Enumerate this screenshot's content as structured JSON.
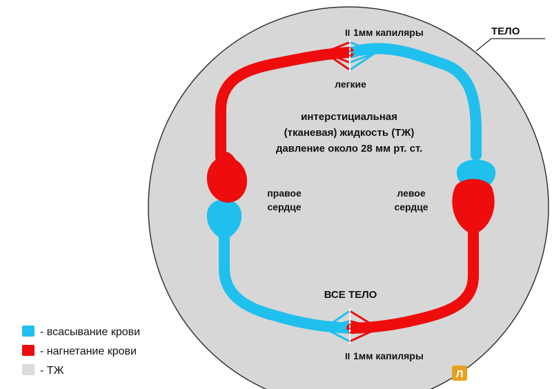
{
  "colors": {
    "absorption": "#1fc0ee",
    "injection": "#ee0c0c",
    "fluid": "#dcdcdc",
    "body_fill": "#d7d7d7",
    "outline": "#333333",
    "brand": "#e8a020"
  },
  "labels": {
    "body": "ТЕЛО",
    "capillaries_top": "1мм капиляры",
    "capillaries_bottom": "1мм капиляры",
    "lungs": "легкие",
    "center_line1": "интерстициальная",
    "center_line2": "(тканевая) жидкость (ТЖ)",
    "center_line3": "давление около 28 мм рт. ст.",
    "right_heart_line1": "правое",
    "right_heart_line2": "сердце",
    "left_heart_line1": "левое",
    "left_heart_line2": "сердце",
    "whole_body": "ВСЕ ТЕЛО"
  },
  "legend": [
    {
      "label": "- всасывание крови",
      "color": "#1fc0ee"
    },
    {
      "label": "- нагнетание крови",
      "color": "#ee0c0c"
    },
    {
      "label": "- ТЖ",
      "color": "#dcdcdc"
    }
  ],
  "brand_logo": {
    "letter": "Л",
    "icon": "book-logo-icon"
  }
}
